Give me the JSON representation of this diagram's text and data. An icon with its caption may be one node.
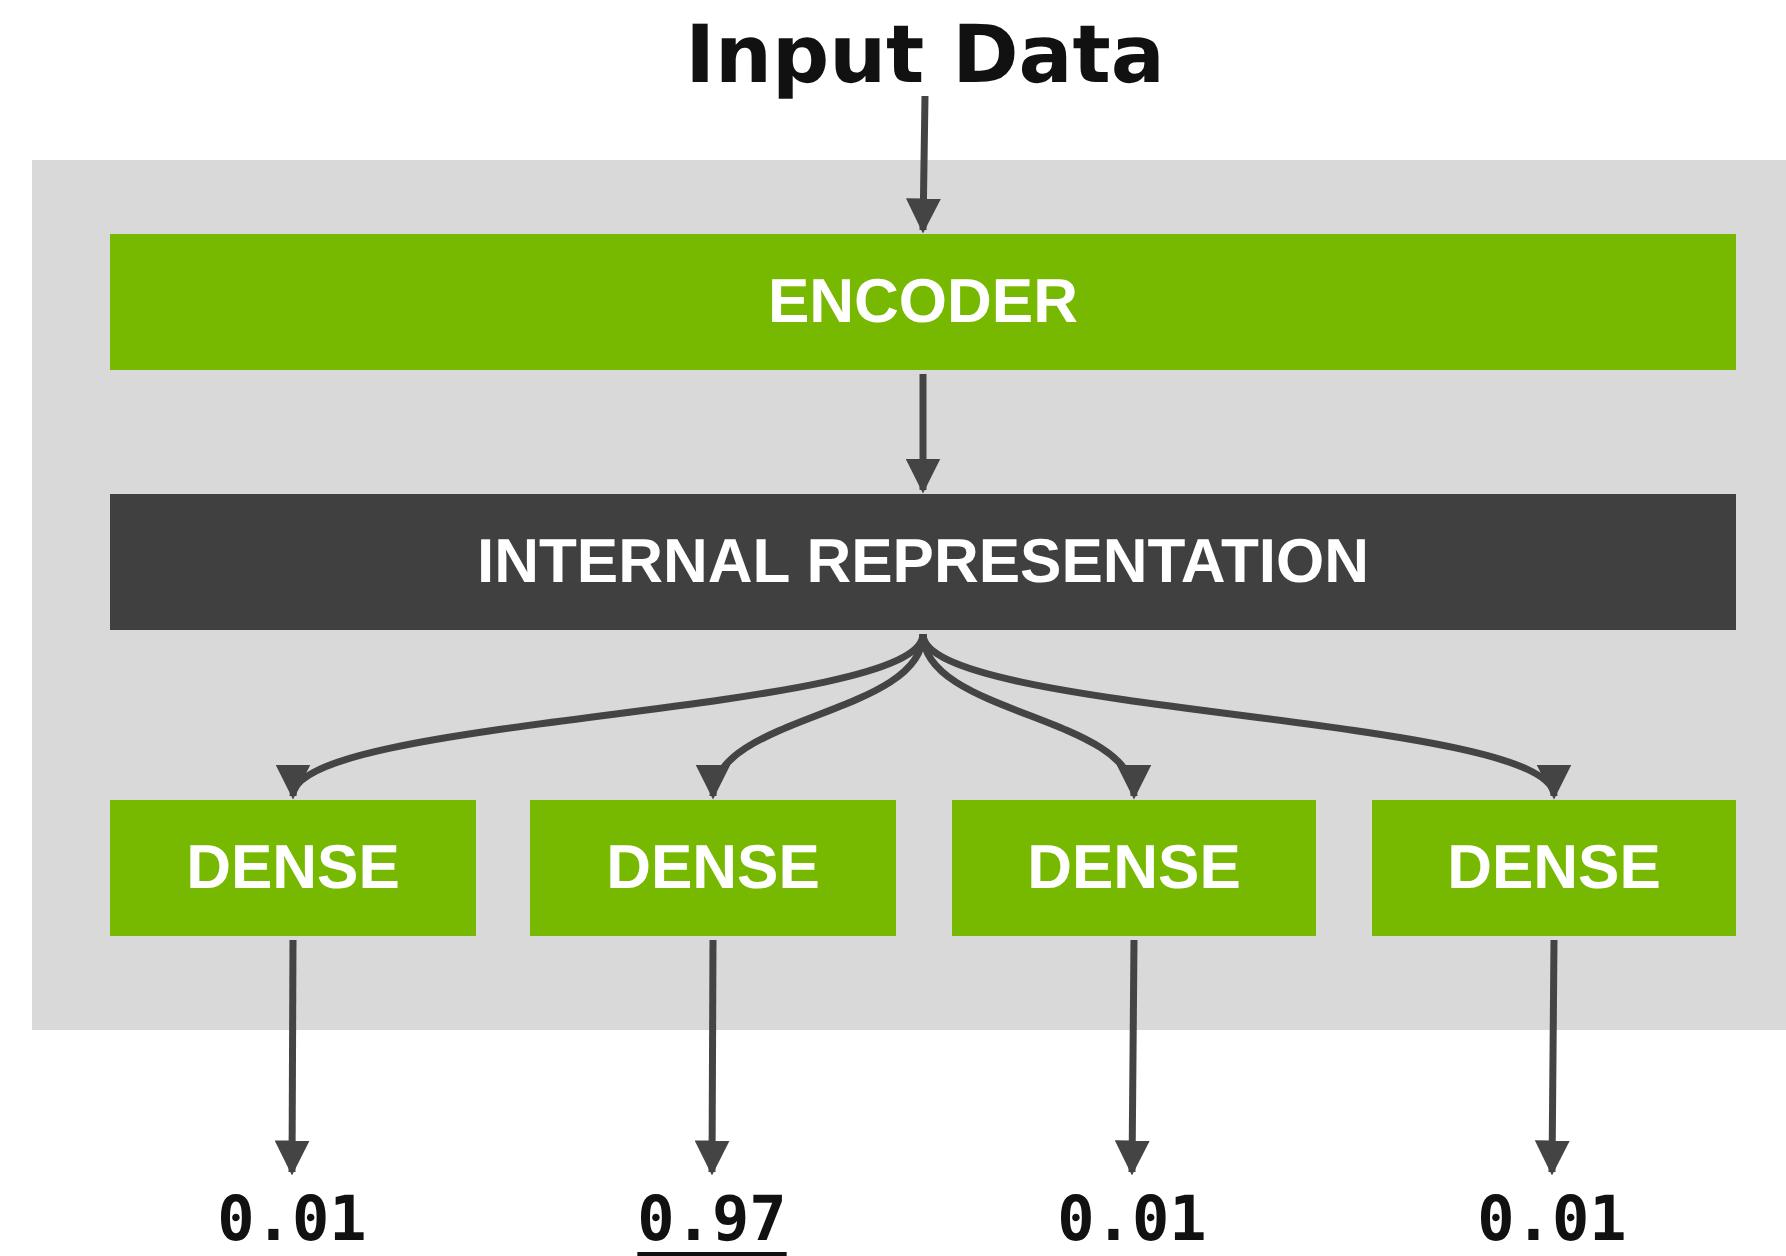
{
  "diagram": {
    "nodes": [
      {
        "text": [
          "Input Data"
        ]
      },
      {
        "text": [],
        "shape": "box"
      },
      {
        "text": [
          "ENCODER"
        ],
        "in": 1
      },
      {
        "text": [
          "INTERNAL REPRESENTATION"
        ],
        "in": 1
      },
      {
        "text": [
          "DENSE"
        ],
        "in": 1
      },
      {
        "text": [
          "DENSE"
        ],
        "in": 1
      },
      {
        "text": [
          "DENSE"
        ],
        "in": 1
      },
      {
        "text": [
          "DENSE"
        ],
        "in": 1
      },
      {
        "text": [
          "0.01"
        ]
      },
      {
        "text": [
          "0.97"
        ]
      },
      {
        "text": [
          "0.01"
        ]
      },
      {
        "text": [
          "0.01"
        ]
      }
    ],
    "edges": [
      {
        "from": 0,
        "to": 2,
        "arrow": "to"
      },
      {
        "from": 2,
        "to": 3,
        "arrow": "to"
      },
      {
        "from": 3,
        "to": 4,
        "arrow": "to"
      },
      {
        "from": 3,
        "to": 5,
        "arrow": "to"
      },
      {
        "from": 3,
        "to": 6,
        "arrow": "to"
      },
      {
        "from": 3,
        "to": 7,
        "arrow": "to"
      },
      {
        "from": 4,
        "to": 8,
        "arrow": "to"
      },
      {
        "from": 5,
        "to": 9,
        "arrow": "to"
      },
      {
        "from": 6,
        "to": 10,
        "arrow": "to"
      },
      {
        "from": 7,
        "to": 11,
        "arrow": "to"
      }
    ]
  }
}
